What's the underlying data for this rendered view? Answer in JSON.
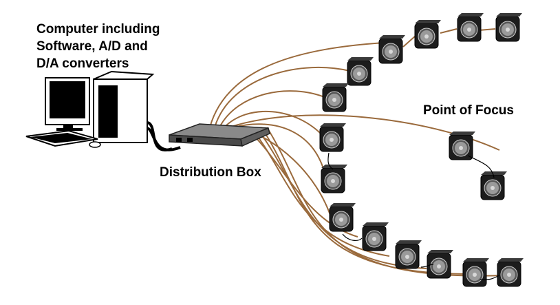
{
  "labels": {
    "computer_line1": "Computer including",
    "computer_line2": "Software, A/D and",
    "computer_line3": "D/A converters",
    "distribution_box": "Distribution Box",
    "point_of_focus": "Point of Focus"
  },
  "colors": {
    "cable": "#9a6a3c",
    "speaker_body": "#1c1c1c",
    "speaker_cone": "#9a9a9a",
    "box_fill": "#6b6b6b"
  },
  "speaker_count": 16
}
